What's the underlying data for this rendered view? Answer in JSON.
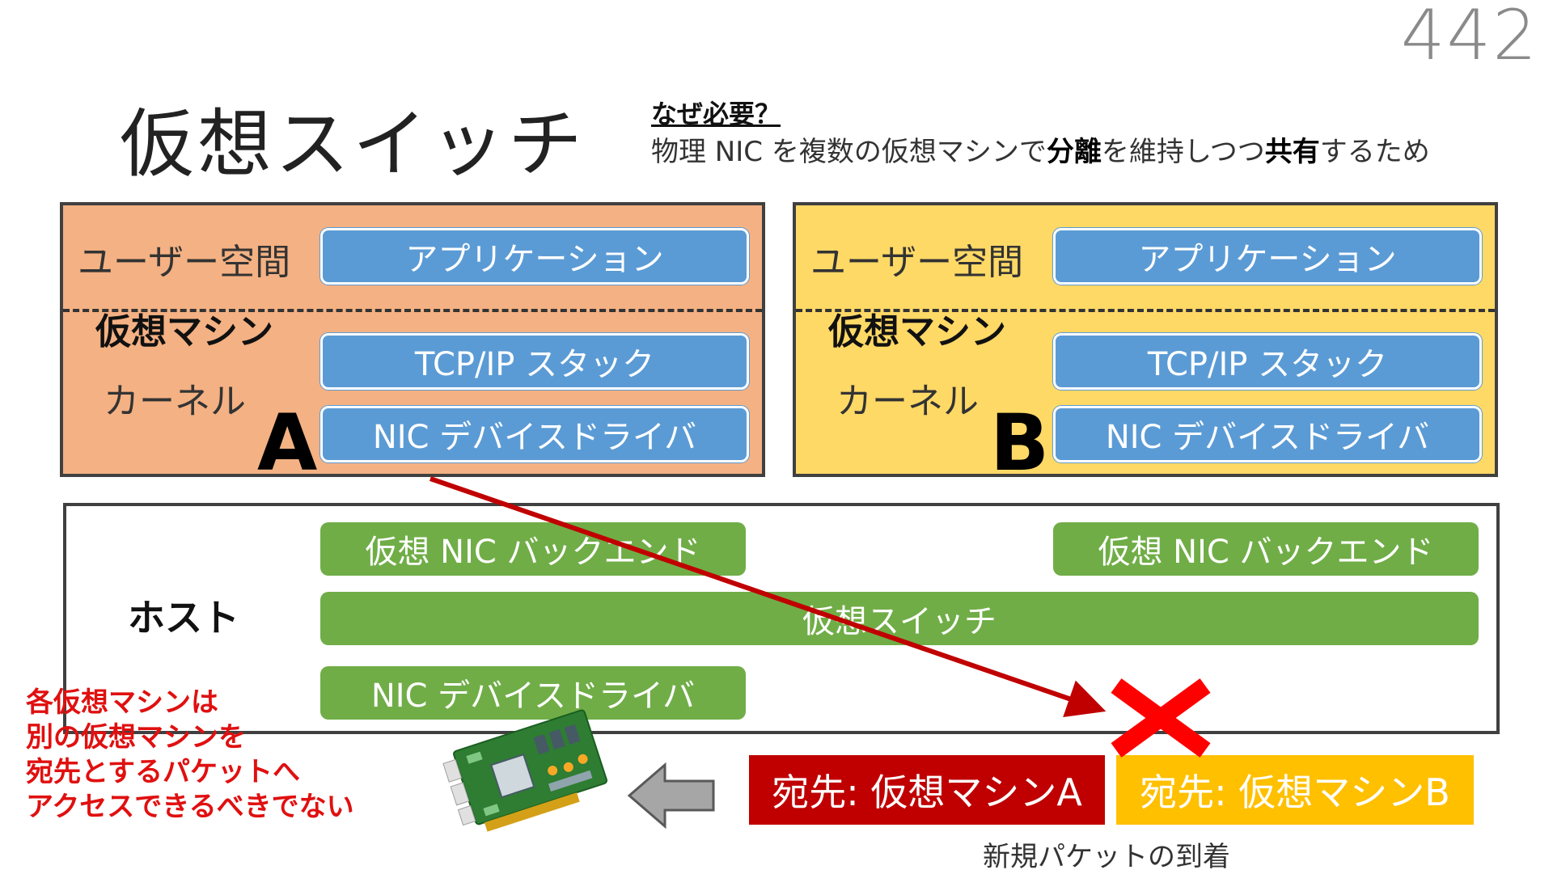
{
  "page_number": "442",
  "title": "仮想スイッチ",
  "why": {
    "heading": "なぜ必要？",
    "text_1": "物理 NIC を複数の仮想マシンで",
    "bold_1": "分離",
    "text_2": "を維持しつつ",
    "bold_2": "共有",
    "text_3": "するため"
  },
  "vm_a": {
    "user_space": "ユーザー空間",
    "app": "アプリケーション",
    "vm_label": "仮想マシン",
    "kernel": "カーネル",
    "letter": "A",
    "tcpip": "TCP/IP スタック",
    "driver": "NIC デバイスドライバ"
  },
  "vm_b": {
    "user_space": "ユーザー空間",
    "app": "アプリケーション",
    "vm_label": "仮想マシン",
    "kernel": "カーネル",
    "letter": "B",
    "tcpip": "TCP/IP スタック",
    "driver": "NIC デバイスドライバ"
  },
  "host": {
    "label": "ホスト",
    "backend_a": "仮想 NIC バックエンド",
    "backend_b": "仮想 NIC バックエンド",
    "vswitch": "仮想スイッチ",
    "driver": "NIC デバイスドライバ"
  },
  "note": {
    "line_1": "各仮想マシンは",
    "line_2": "別の仮想マシンを",
    "line_3": "宛先とするパケットへ",
    "line_4": "アクセスできるべきでない"
  },
  "packets": {
    "a": "宛先: 仮想マシンA",
    "b": "宛先: 仮想マシンB"
  },
  "arrival": "新規パケットの到着",
  "colors": {
    "vm_a_bg": "#f4b183",
    "vm_b_bg": "#ffd966",
    "blue_bar": "#5b9bd5",
    "green_bar": "#70ad47",
    "packet_a": "#c00000",
    "packet_b": "#ffc000",
    "warning_red": "#e01010",
    "arrow_dark_red": "#c00000",
    "cross_red": "#ff0000"
  }
}
